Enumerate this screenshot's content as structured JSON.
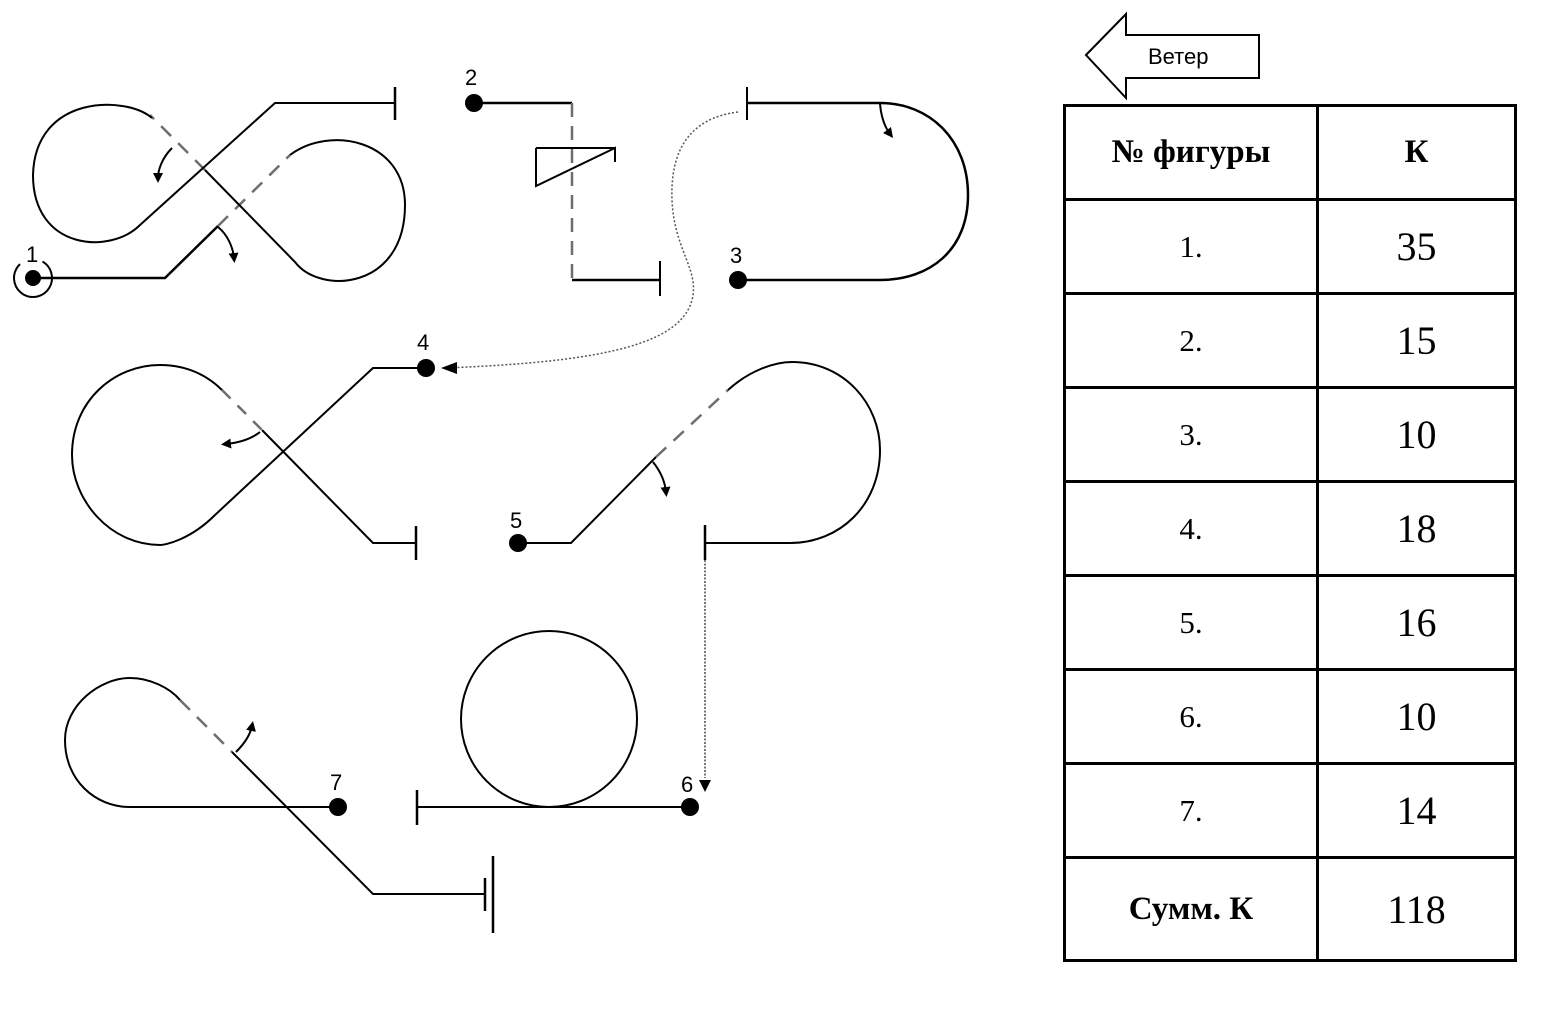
{
  "wind": {
    "label": "Ветер",
    "direction": "left",
    "icon": "wind-arrow-left-icon"
  },
  "figures": [
    {
      "id": "1",
      "label": "1",
      "shape": "figure-eight with start circle",
      "start_marker": "circle"
    },
    {
      "id": "2",
      "label": "2",
      "shape": "vertical dashed line with snap roll (triangle)"
    },
    {
      "id": "3",
      "label": "3",
      "shape": "half loop (turn)"
    },
    {
      "id": "4",
      "label": "4",
      "shape": "half cuban eight"
    },
    {
      "id": "5",
      "label": "5",
      "shape": "teardrop loop"
    },
    {
      "id": "6",
      "label": "6",
      "shape": "full loop"
    },
    {
      "id": "7",
      "label": "7",
      "shape": "reverse teardrop, end of sequence"
    }
  ],
  "connectors": [
    {
      "from": "3-end",
      "to": "4",
      "style": "dotted"
    },
    {
      "from": "5-end",
      "to": "6",
      "style": "dotted"
    }
  ],
  "table": {
    "headers": [
      "№ фигуры",
      "К"
    ],
    "rows": [
      {
        "num": "1.",
        "k": "35"
      },
      {
        "num": "2.",
        "k": "15"
      },
      {
        "num": "3.",
        "k": "10"
      },
      {
        "num": "4.",
        "k": "18"
      },
      {
        "num": "5.",
        "k": "16"
      },
      {
        "num": "6.",
        "k": "10"
      },
      {
        "num": "7.",
        "k": "14"
      }
    ],
    "total": {
      "label": "Сумм. К",
      "value": "118"
    }
  },
  "colors": {
    "line": "#000000",
    "dashed": "#6e6e6e",
    "background": "#ffffff"
  }
}
